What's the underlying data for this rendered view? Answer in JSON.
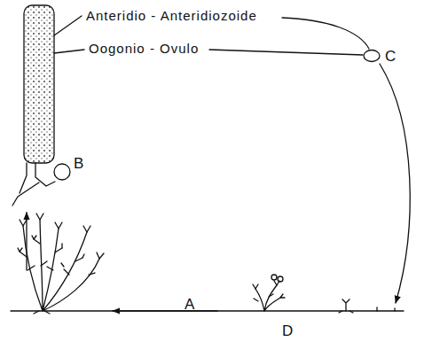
{
  "diagram": {
    "labels": [
      "Anteridio - Anteridiozoide",
      "Oogonio - Ovulo",
      "C",
      "B",
      "A",
      "D"
    ]
  }
}
